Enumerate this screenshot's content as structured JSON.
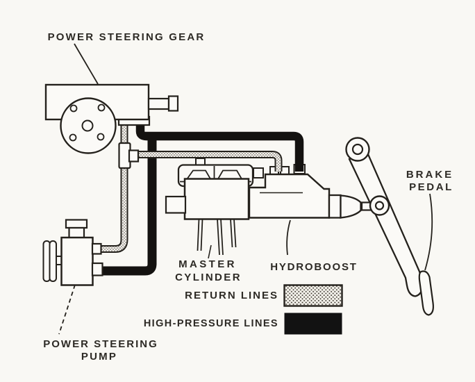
{
  "diagram": {
    "labels": {
      "power_steering_gear": "POWER STEERING GEAR",
      "brake_pedal_line1": "BRAKE",
      "brake_pedal_line2": "PEDAL",
      "master_cylinder_line1": "MASTER",
      "master_cylinder_line2": "CYLINDER",
      "hydroboost": "HYDROBOOST",
      "power_steering_pump_line1": "POWER STEERING",
      "power_steering_pump_line2": "PUMP"
    },
    "legend": {
      "return_lines": {
        "label": "RETURN LINES",
        "swatch": "stippled"
      },
      "high_pressure_lines": {
        "label": "HIGH-PRESSURE LINES",
        "swatch": "solid-black"
      }
    },
    "colors": {
      "background": "#f9f8f4",
      "paper": "#fbfaf7",
      "ink": "#24211c",
      "high_pressure": "#141210"
    }
  }
}
